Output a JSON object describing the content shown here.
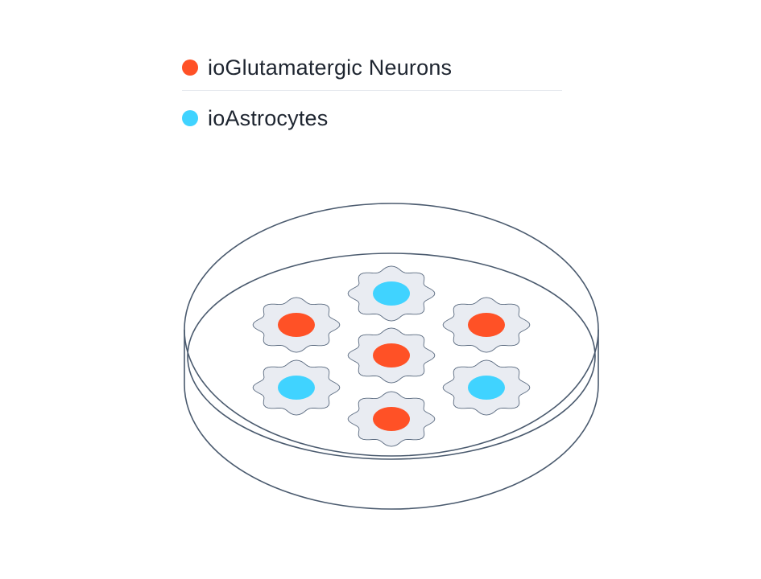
{
  "legend": {
    "items": [
      {
        "label": "ioGlutamatergic Neurons",
        "color": "#ff5126"
      },
      {
        "label": "ioAstrocytes",
        "color": "#40d3ff"
      }
    ]
  },
  "diagram": {
    "dish_stroke_color": "#4a5a6e",
    "cell_fill_color": "#e9ecf2",
    "cell_stroke_color": "#5b6b80",
    "cell_count": 7,
    "cells": [
      {
        "type": "astrocyte",
        "nucleus_color": "#40d3ff"
      },
      {
        "type": "neuron",
        "nucleus_color": "#ff5126"
      },
      {
        "type": "neuron",
        "nucleus_color": "#ff5126"
      },
      {
        "type": "neuron",
        "nucleus_color": "#ff5126"
      },
      {
        "type": "astrocyte",
        "nucleus_color": "#40d3ff"
      },
      {
        "type": "astrocyte",
        "nucleus_color": "#40d3ff"
      },
      {
        "type": "neuron",
        "nucleus_color": "#ff5126"
      }
    ]
  }
}
